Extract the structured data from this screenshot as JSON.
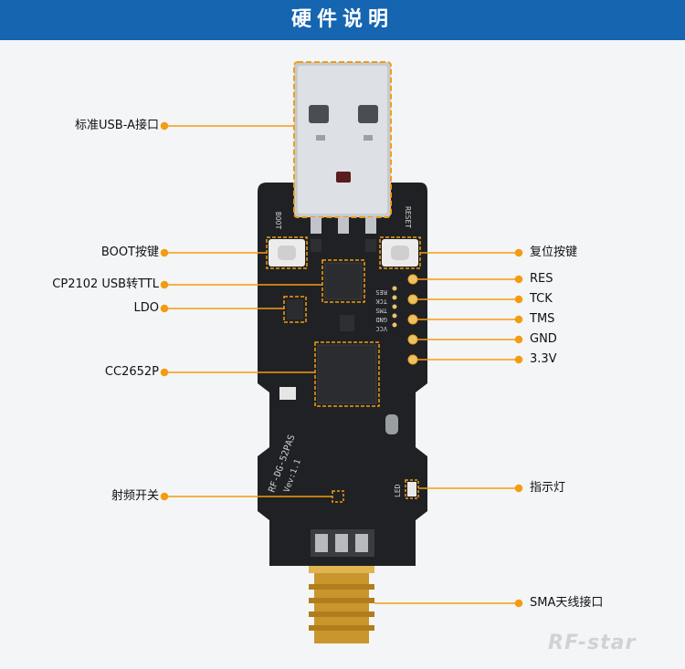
{
  "title": "硬件说明",
  "brand": "RF-star",
  "board": {
    "silk_boot": "BOOT",
    "silk_reset": "RESET",
    "silk_pins": [
      "RES",
      "TCK",
      "TMS",
      "GND",
      "VCC"
    ],
    "silk_model": "RF-DG-52PAS",
    "silk_version": "Vev:1.1",
    "silk_led": "LED"
  },
  "callouts_left": [
    "标准USB-A接口",
    "BOOT按键",
    "CP2102 USB转TTL",
    "LDO",
    "CC2652P",
    "射频开关"
  ],
  "callouts_right": [
    "复位按键",
    "RES",
    "TCK",
    "TMS",
    "GND",
    "3.3V",
    "指示灯",
    "SMA天线接口"
  ],
  "colors": {
    "header": "#1565b0",
    "accent": "#f39c12",
    "pcb": "#202124"
  }
}
